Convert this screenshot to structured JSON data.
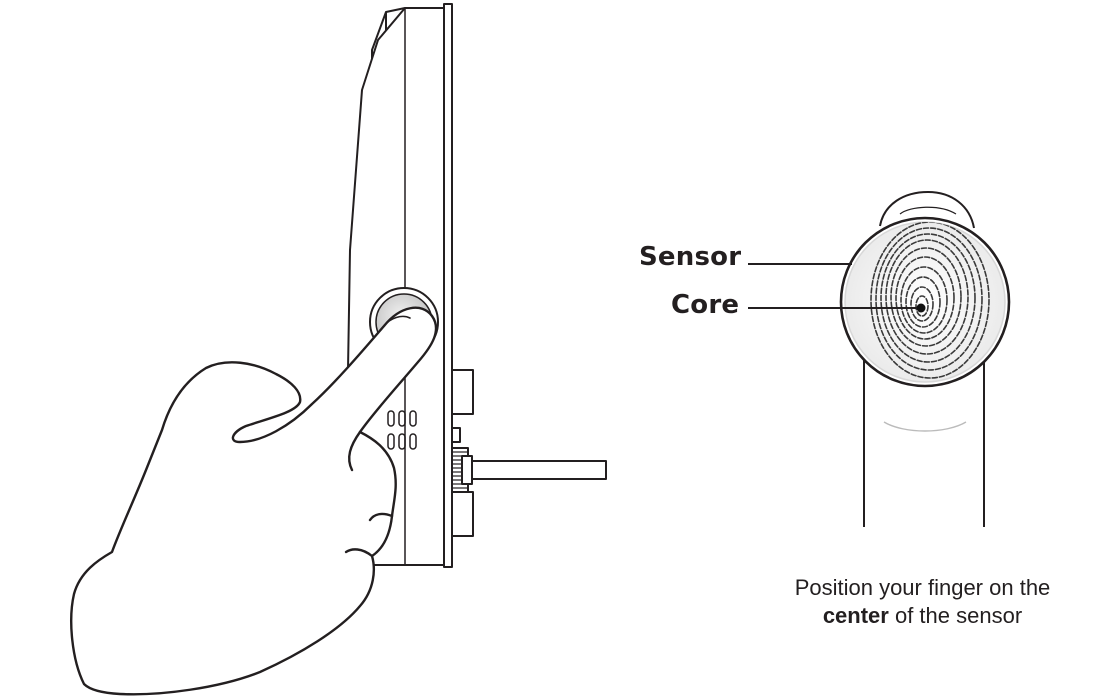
{
  "labels": {
    "sensor": "Sensor",
    "core": "Core"
  },
  "caption": {
    "line1": "Position your finger on the",
    "line2_bold": "center",
    "line2_rest": " of the sensor"
  },
  "icons": {
    "lock": "door-lock-side-view",
    "hand": "pointing-hand",
    "finger": "finger-on-sensor",
    "fingerprint": "fingerprint-pattern"
  },
  "colors": {
    "line": "#231f20",
    "text": "#231f20",
    "fingerprint": "#3a3a3a"
  }
}
